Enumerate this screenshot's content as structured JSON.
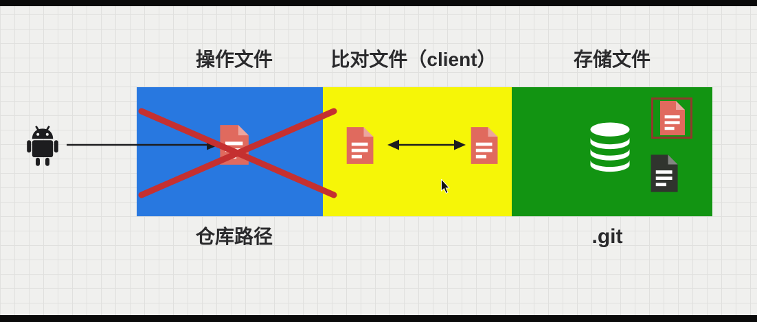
{
  "labels": {
    "operate_files": "操作文件",
    "compare_files": "比对文件（client）",
    "store_files": "存储文件",
    "repo_path": "仓库路径",
    "git_dir": ".git"
  },
  "colors": {
    "box_blue": "#2878e0",
    "box_yellow": "#f6f607",
    "box_green": "#129412",
    "doc_red": "#e06a5e",
    "doc_red_frame": "#8f3a2c",
    "doc_dark": "#30342e",
    "database_white": "#ffffff",
    "cross_red": "#c53030",
    "ink_black": "#1d1d1f"
  },
  "icons": {
    "android": "android-robot-icon",
    "document": "document-icon",
    "database": "database-icon",
    "cross": "cross-out-icon",
    "arrow": "arrow-right-icon",
    "double_arrow": "double-arrow-icon",
    "cursor": "mouse-cursor-icon"
  }
}
